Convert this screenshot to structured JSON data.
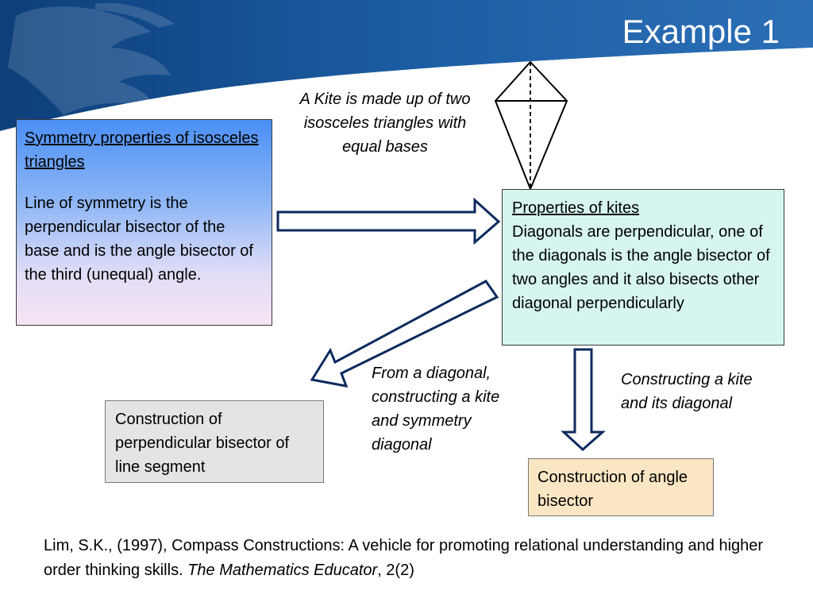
{
  "slide": {
    "title": "Example 1",
    "colors": {
      "header_dark": "#0d3f7a",
      "header_mid": "#2b6fb6",
      "arrow_stroke": "#0d2a5e"
    }
  },
  "symmetry_box": {
    "heading": "Symmetry properties of isosceles triangles",
    "body": "Line of symmetry is the perpendicular bisector of the base and is the angle bisector of the third (unequal) angle."
  },
  "kite_note": "A Kite is made up of two isosceles triangles with equal bases",
  "kites_box": {
    "heading": "Properties of kites",
    "body": "Diagonals are perpendicular, one of the diagonals is the angle bisector of two angles and it also bisects other diagonal perpendicularly"
  },
  "diagonal_note": "From a diagonal, constructing a kite and symmetry diagonal",
  "construct_note": "Constructing a kite and its diagonal",
  "perp_box": {
    "text": "Construction of perpendicular bisector of line segment"
  },
  "angle_box": {
    "text": "Construction of angle bisector"
  },
  "reference": {
    "plain": "Lim, S.K., (1997), Compass Constructions: A vehicle for promoting relational understanding and higher order thinking skills. ",
    "journal": "The Mathematics Educator",
    "issue": ", 2(2)"
  }
}
